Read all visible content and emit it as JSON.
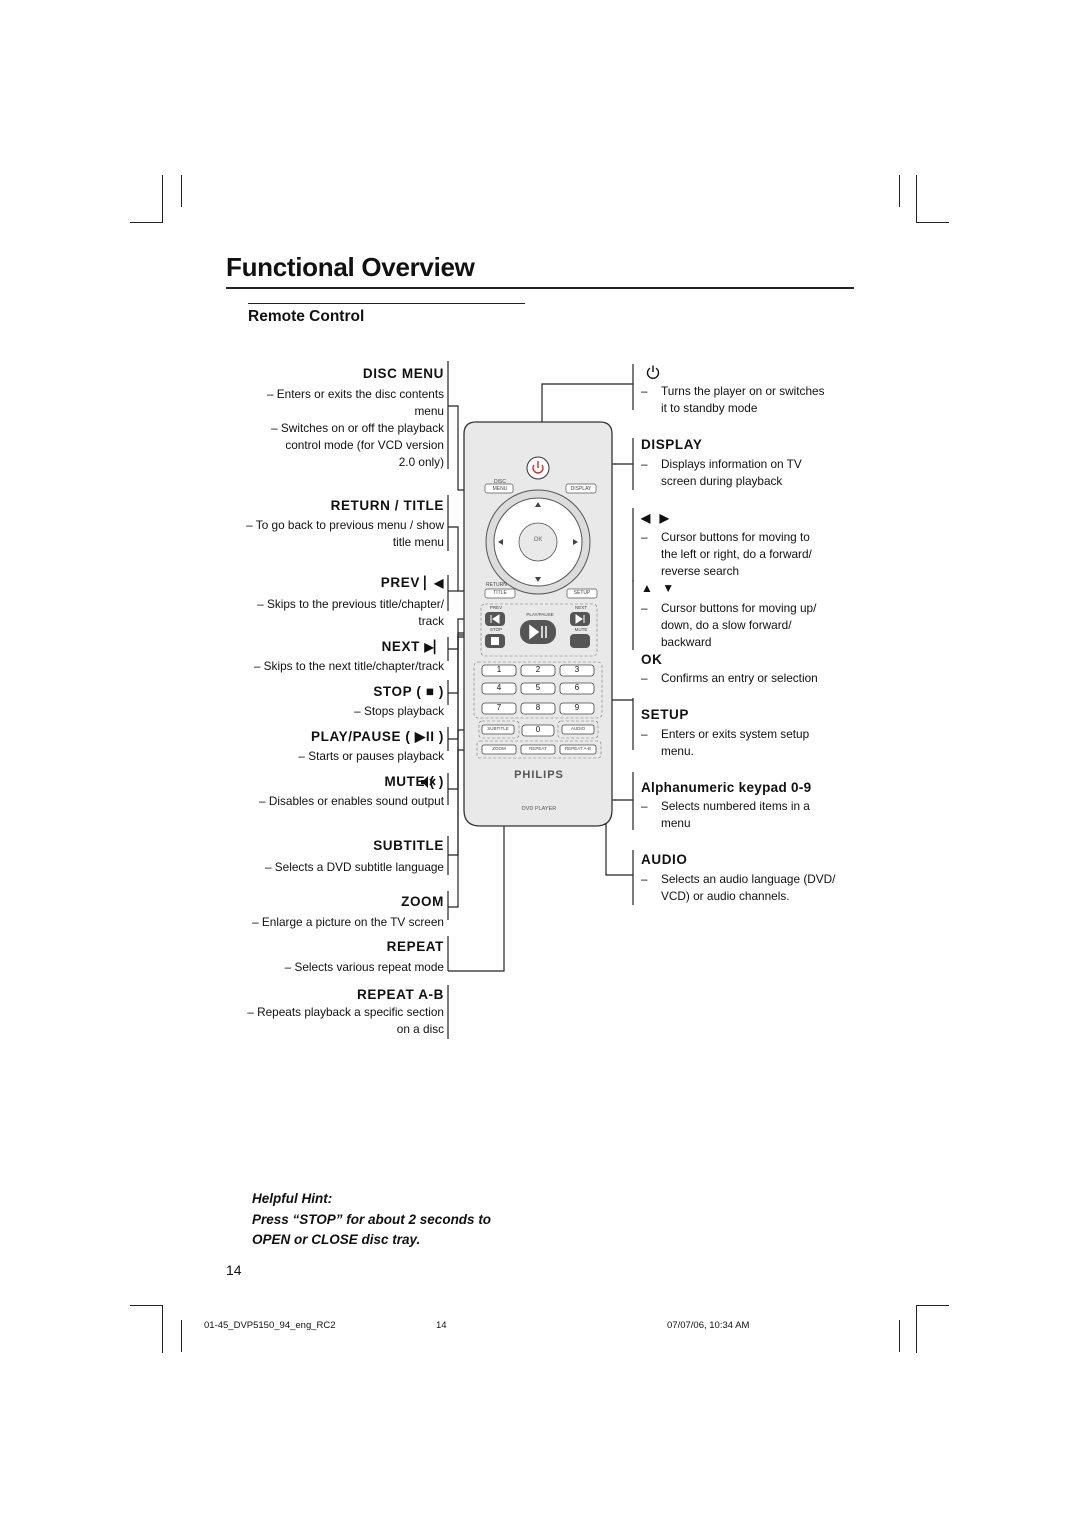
{
  "page_title": "Functional Overview",
  "section_title": "Remote Control",
  "left": {
    "disc_menu": {
      "head": "DISC MENU",
      "lines": [
        "– Enters or exits the disc contents",
        "menu",
        "– Switches on or off the playback",
        "control mode (for VCD version",
        "2.0 only)"
      ]
    },
    "return_title": {
      "head": "RETURN / TITLE",
      "lines": [
        "– To go back to previous menu / show",
        "title menu"
      ]
    },
    "prev": {
      "head": "PREV",
      "glyph": "⏮",
      "lines": [
        "– Skips to the previous title/chapter/",
        "track"
      ]
    },
    "next": {
      "head": "NEXT",
      "glyph": "⏭",
      "lines": [
        "– Skips to the next title/chapter/track"
      ]
    },
    "stop": {
      "head": "STOP ( ■ )",
      "lines": [
        "– Stops playback"
      ]
    },
    "play_pause": {
      "head": "PLAY/PAUSE ( ▶II )",
      "lines": [
        "– Starts or pauses playback"
      ]
    },
    "mute": {
      "head": "MUTE (  )",
      "lines": [
        "– Disables or enables sound output"
      ]
    },
    "subtitle": {
      "head": "SUBTITLE",
      "lines": [
        "– Selects a DVD subtitle language"
      ]
    },
    "zoom": {
      "head": "ZOOM",
      "lines": [
        "– Enlarge a picture on the TV screen"
      ]
    },
    "repeat": {
      "head": "REPEAT",
      "lines": [
        "– Selects various repeat mode"
      ]
    },
    "repeat_ab": {
      "head": "REPEAT A-B",
      "lines": [
        "– Repeats playback a specific section",
        "on a disc"
      ]
    }
  },
  "right": {
    "power": {
      "lines": [
        "Turns the player on or switches",
        "it to standby mode"
      ]
    },
    "display": {
      "head": "DISPLAY",
      "lines": [
        "Displays information on TV",
        "screen during playback"
      ]
    },
    "left_right": {
      "head": "◀ ▶",
      "lines": [
        "Cursor buttons for moving to",
        "the left or right, do a forward/",
        "reverse search"
      ]
    },
    "up_down": {
      "head": "▲ ▼",
      "lines": [
        "Cursor buttons for moving up/",
        "down, do a slow forward/",
        "backward"
      ]
    },
    "ok": {
      "head": "OK",
      "lines": [
        "Confirms an entry or selection"
      ]
    },
    "setup": {
      "head": "SETUP",
      "lines": [
        "Enters or exits system setup",
        "menu."
      ]
    },
    "keypad": {
      "head": "Alphanumeric keypad 0-9",
      "lines": [
        "Selects numbered items in a",
        "menu"
      ]
    },
    "audio": {
      "head": "AUDIO",
      "lines": [
        "Selects an audio language (DVD/",
        "VCD) or audio channels."
      ]
    }
  },
  "remote": {
    "labels": {
      "disc": "DISC",
      "menu": "MENU",
      "display": "DISPLAY",
      "ok": "OK",
      "return": "RETURN",
      "title": "TITLE",
      "setup": "SETUP",
      "prev": "PREV",
      "playpause": "PLAY/PAUSE",
      "next": "NEXT",
      "stop": "STOP",
      "mute": "MUTE",
      "subtitle": "SUBTITLE",
      "audio": "AUDIO",
      "zoom": "ZOOM",
      "repeat": "REPEAT",
      "repeat_ab": "REPEAT A-B",
      "brand": "PHILIPS",
      "model": "DVD PLAYER"
    },
    "keys": [
      "1",
      "2",
      "3",
      "4",
      "5",
      "6",
      "7",
      "8",
      "9",
      "0"
    ],
    "power_color": "#d42a2a"
  },
  "hint": {
    "title": "Helpful Hint:",
    "line1": "Press “STOP”  for about 2 seconds to",
    "line2": "OPEN or CLOSE disc tray."
  },
  "page_number": "14",
  "footer": {
    "file": "01-45_DVP5150_94_eng_RC2",
    "page": "14",
    "date": "07/07/06, 10:34 AM"
  }
}
